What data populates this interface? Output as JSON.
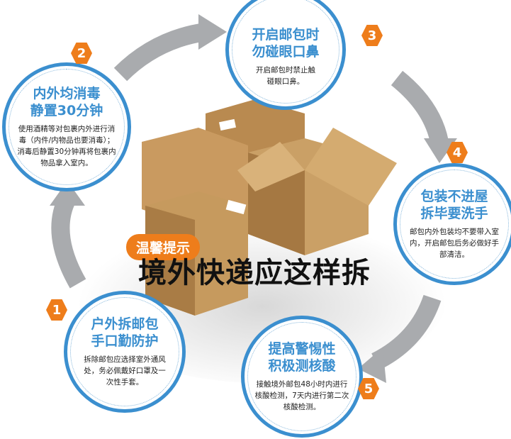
{
  "tip_label": "温馨提示",
  "title": "境外快递应这样拆",
  "steps": [
    {
      "num": "1",
      "head1": "户外拆邮包",
      "head2": "手口勤防护",
      "body": "拆除邮包应选择室外通风处，务必佩戴好口罩及一次性手套。"
    },
    {
      "num": "2",
      "head1": "内外均消毒",
      "head2": "静置30分钟",
      "body": "使用酒精等对包裹内外进行消毒（内件/内物品也要消毒）；消毒后静置30分钟再将包裹内物品拿入室内。"
    },
    {
      "num": "3",
      "head1": "开启邮包时",
      "head2": "勿碰眼口鼻",
      "body": "开启邮包时禁止触碰眼口鼻。"
    },
    {
      "num": "4",
      "head1": "包装不进屋",
      "head2": "拆毕要洗手",
      "body": "邮包内外包装均不要带入室内，开启邮包后务必做好手部清洁。"
    },
    {
      "num": "5",
      "head1": "提高警惕性",
      "head2": "积极测核酸",
      "body": "接触境外邮包48小时内进行核酸检测，7天内进行第二次核酸检测。"
    }
  ],
  "colors": {
    "accent": "#3b8fcf",
    "badge": "#ee7d1b",
    "arrow": "#a9abae",
    "box": "#c69a5e"
  }
}
